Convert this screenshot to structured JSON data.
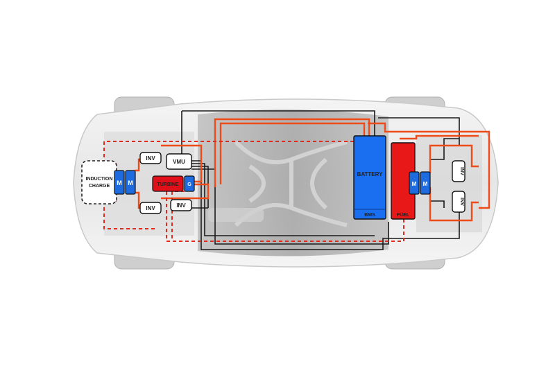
{
  "components": {
    "induction_charge": "INDUCTION CHARGE",
    "induction_charge_lines": [
      "INDUCTION",
      "CHARGE"
    ],
    "front_motor_1": "M",
    "front_motor_2": "M",
    "rear_motor_1": "M",
    "rear_motor_2": "M",
    "turbine": "TURBINE",
    "generator": "G",
    "vmu": "VMU",
    "inv_front_top": "INV",
    "inv_front_bottom": "INV",
    "inv_turbine": "INV",
    "inv_rear_top": "INV",
    "inv_rear_bottom": "INV",
    "battery": "BATTERY",
    "bms": "BMS",
    "fuel": "FUEL"
  },
  "colors": {
    "motor_blue": "#1e6be0",
    "battery_blue": "#1a6ef0",
    "turbine_red": "#e0101a",
    "fuel_red": "#e81818",
    "power_line_orange": "#ee4a1a",
    "dashed_red": "#e02a20",
    "signal_black": "#1a1a1a",
    "car_body": "#ededed"
  }
}
